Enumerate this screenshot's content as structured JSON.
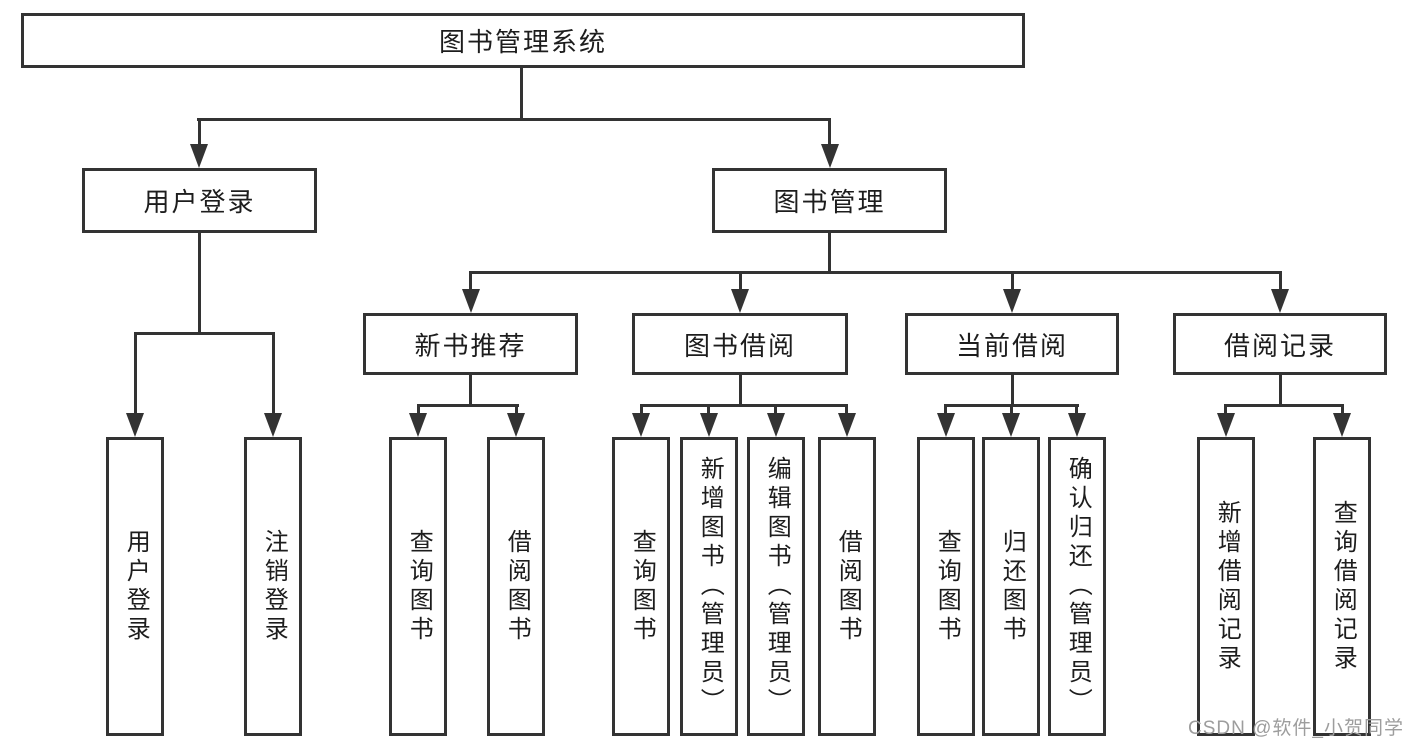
{
  "tree": {
    "root": {
      "label": "图书管理系统"
    },
    "children": [
      {
        "label": "用户登录",
        "children": [
          {
            "label": "用户登录"
          },
          {
            "label": "注销登录"
          }
        ]
      },
      {
        "label": "图书管理",
        "children": [
          {
            "label": "新书推荐",
            "children": [
              {
                "label": "查询图书"
              },
              {
                "label": "借阅图书"
              }
            ]
          },
          {
            "label": "图书借阅",
            "children": [
              {
                "label": "查询图书"
              },
              {
                "label": "新增图书（管理员）"
              },
              {
                "label": "编辑图书（管理员）"
              },
              {
                "label": "借阅图书"
              }
            ]
          },
          {
            "label": "当前借阅",
            "children": [
              {
                "label": "查询图书"
              },
              {
                "label": "归还图书"
              },
              {
                "label": "确认归还（管理员）"
              }
            ]
          },
          {
            "label": "借阅记录",
            "children": [
              {
                "label": "新增借阅记录"
              },
              {
                "label": "查询借阅记录"
              }
            ]
          }
        ]
      }
    ]
  },
  "watermark": "CSDN @软件_小贺同学",
  "colors": {
    "line": "#333333",
    "text": "#1d1d1d",
    "watermark": "#9d9d9d",
    "background": "#ffffff"
  }
}
